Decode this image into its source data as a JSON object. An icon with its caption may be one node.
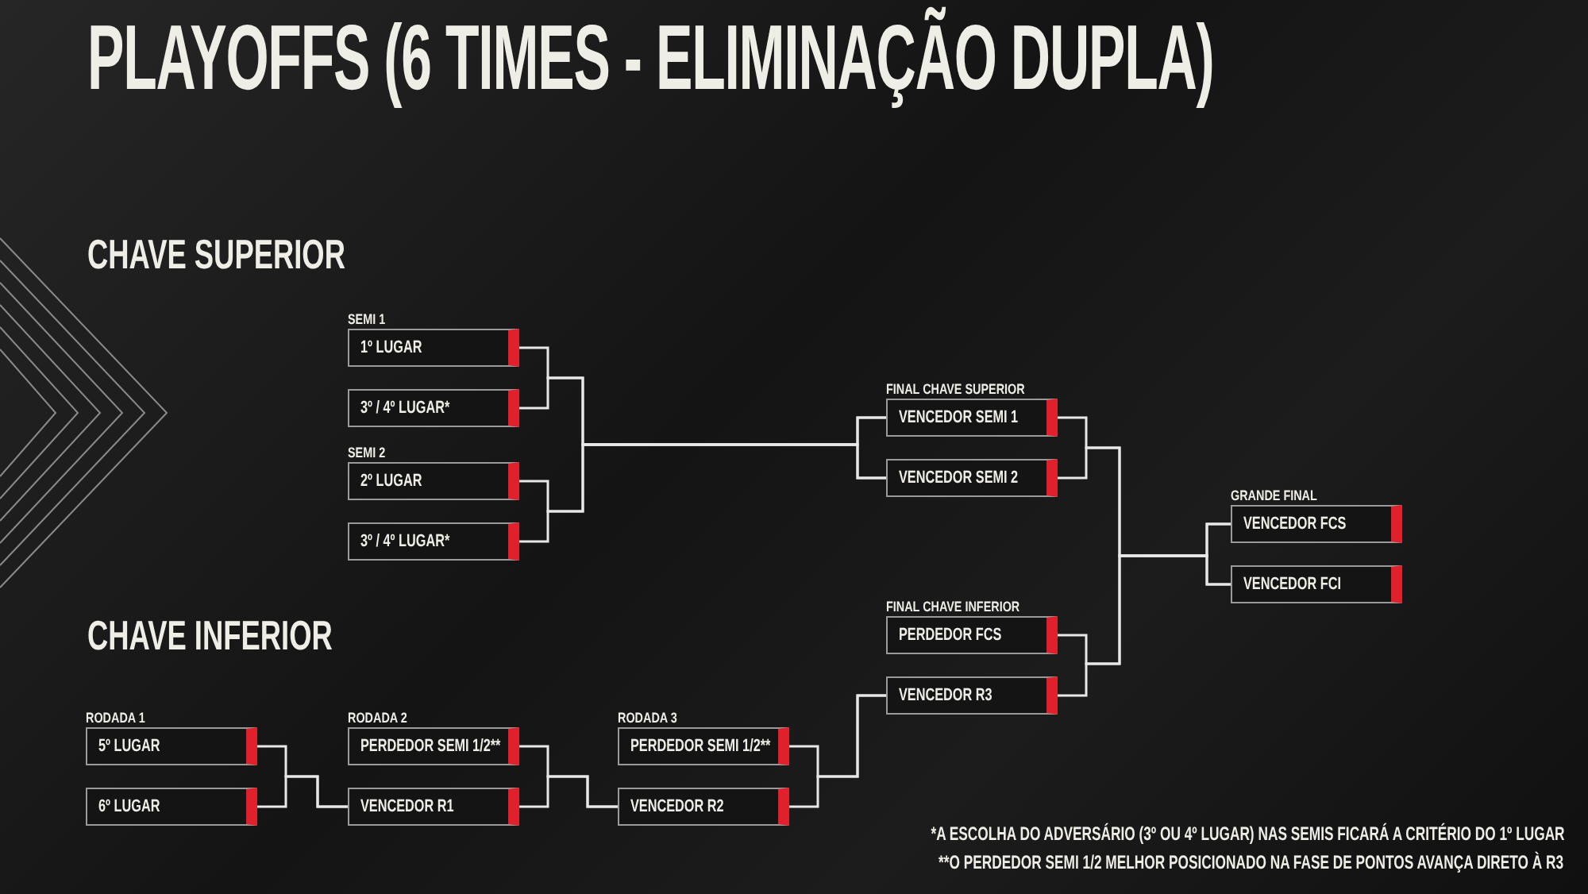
{
  "diagram": {
    "title": "PLAYOFFS (6 TIMES - ELIMINAÇÃO DUPLA)",
    "nodes": [
      {
        "text": [
          "1º LUGAR"
        ],
        "beside": [
          "SEMI 1"
        ]
      },
      {
        "text": [
          "3º / 4º LUGAR*"
        ]
      },
      {
        "text": [
          "2º LUGAR"
        ],
        "beside": [
          "SEMI 2"
        ]
      },
      {
        "text": [
          "3º / 4º LUGAR*"
        ]
      },
      {
        "text": [
          "VENCEDOR SEMI 1"
        ],
        "beside": [
          "FINAL CHAVE SUPERIOR"
        ]
      },
      {
        "text": [
          "VENCEDOR SEMI 2"
        ]
      },
      {
        "text": [
          "VENCEDOR FCS"
        ],
        "beside": [
          "GRANDE FINAL"
        ]
      },
      {
        "text": [
          "VENCEDOR FCI"
        ]
      },
      {
        "text": [
          "PERDEDOR FCS"
        ],
        "beside": [
          "FINAL CHAVE INFERIOR"
        ]
      },
      {
        "text": [
          "VENCEDOR R3"
        ]
      },
      {
        "text": [
          "5º LUGAR"
        ],
        "beside": [
          "RODADA 1"
        ]
      },
      {
        "text": [
          "6º LUGAR"
        ]
      },
      {
        "text": [
          "PERDEDOR SEMI 1/2**"
        ],
        "beside": [
          "RODADA 2"
        ]
      },
      {
        "text": [
          "VENCEDOR R1"
        ]
      },
      {
        "text": [
          "PERDEDOR SEMI 1/2**"
        ],
        "beside": [
          "RODADA 3"
        ]
      },
      {
        "text": [
          "VENCEDOR R2"
        ]
      }
    ],
    "edges": [
      {
        "from": 0,
        "to": 4,
        "arrow": "none"
      },
      {
        "from": 1,
        "to": 4,
        "arrow": "none"
      },
      {
        "from": 2,
        "to": 5,
        "arrow": "none"
      },
      {
        "from": 3,
        "to": 5,
        "arrow": "none"
      },
      {
        "from": 4,
        "to": 6,
        "arrow": "none"
      },
      {
        "from": 5,
        "to": 6,
        "arrow": "none"
      },
      {
        "from": 8,
        "to": 7,
        "arrow": "none"
      },
      {
        "from": 9,
        "to": 7,
        "arrow": "none"
      },
      {
        "from": 10,
        "to": 13,
        "arrow": "none"
      },
      {
        "from": 11,
        "to": 13,
        "arrow": "none"
      },
      {
        "from": 12,
        "to": 15,
        "arrow": "none"
      },
      {
        "from": 13,
        "to": 15,
        "arrow": "none"
      },
      {
        "from": 14,
        "to": 9,
        "arrow": "none"
      },
      {
        "from": 15,
        "to": 9,
        "arrow": "none"
      }
    ],
    "labels": [
      "CHAVE SUPERIOR",
      "CHAVE INFERIOR",
      "*A ESCOLHA DO ADVERSÁRIO (3º OU 4º LUGAR) NAS SEMIS FICARÁ A CRITÉRIO DO 1º LUGAR",
      "**O PERDEDOR SEMI 1/2 MELHOR POSICIONADO NA FASE DE PONTOS AVANÇA DIRETO À R3"
    ]
  }
}
